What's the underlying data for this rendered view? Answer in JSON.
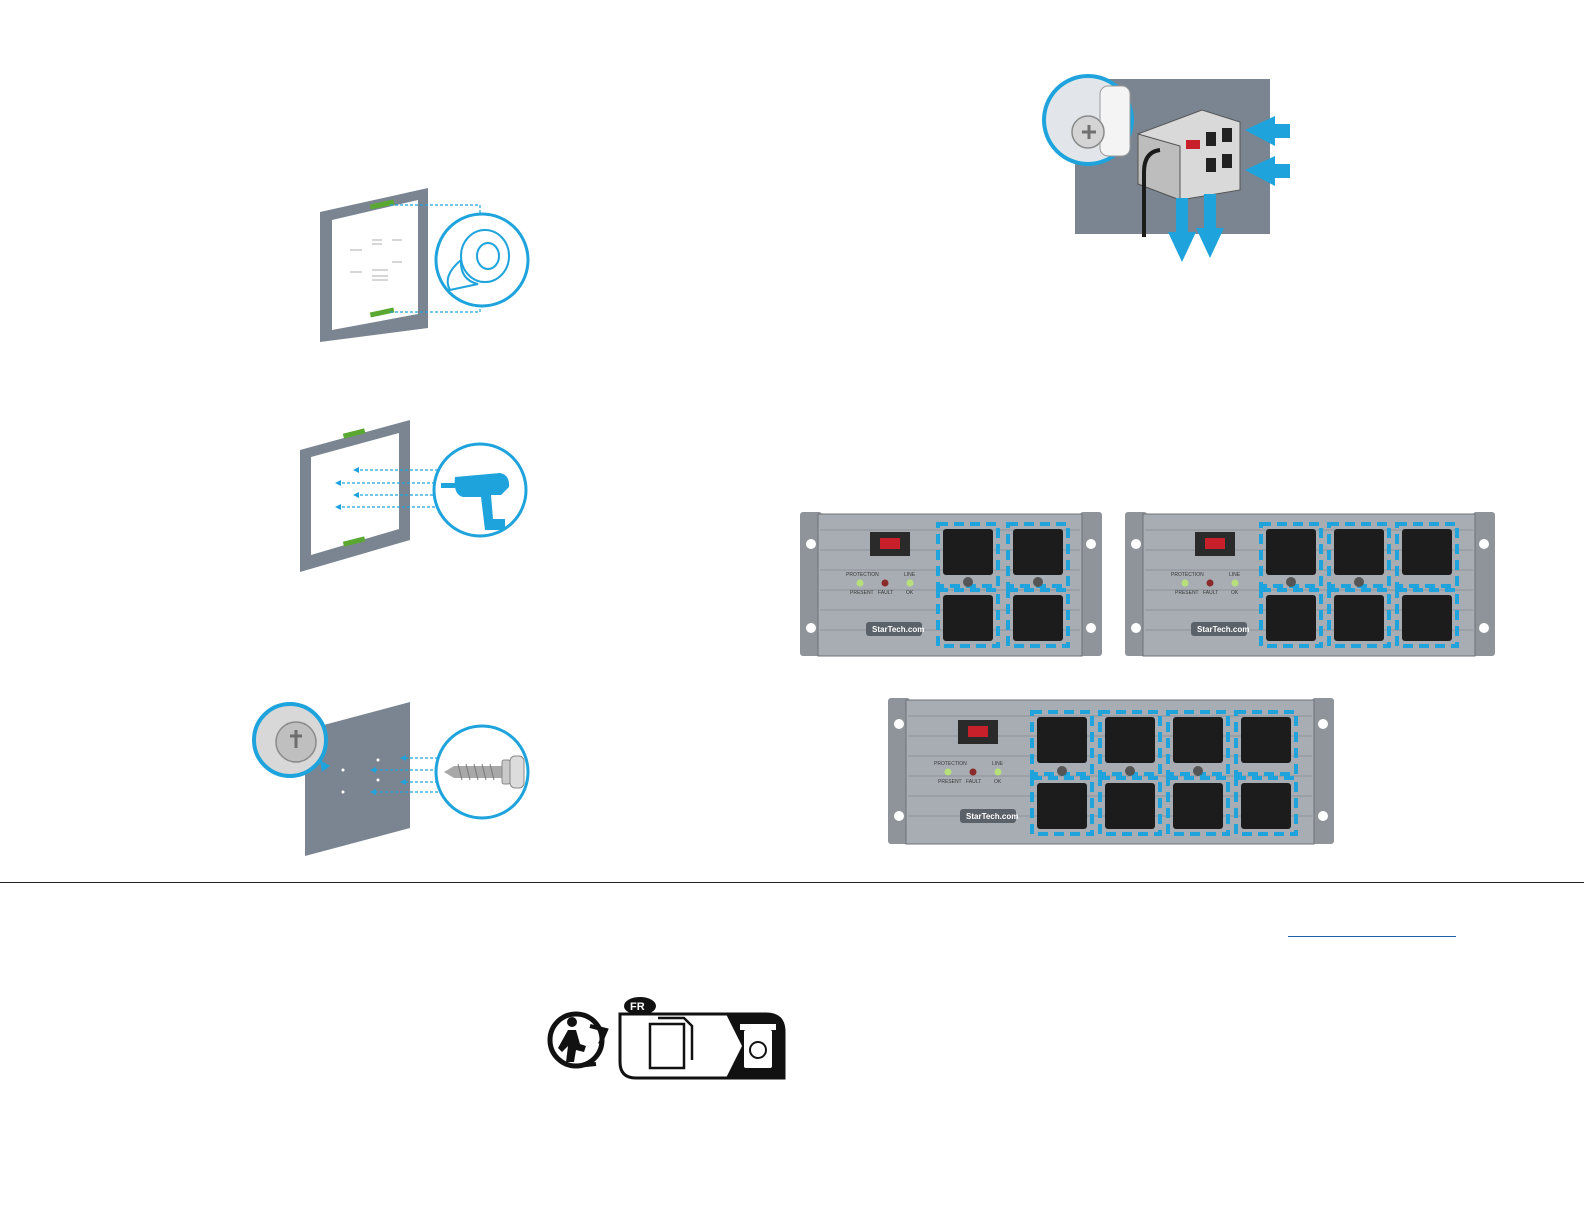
{
  "colors": {
    "accent_blue": "#1ea3dc",
    "panel_grey": "#7a8591",
    "chassis_grey": "#9aa0a6",
    "outlet_black": "#1c1c1c",
    "led_green": "#b7e07a",
    "led_red": "#8a2a2a",
    "switch_red": "#c8202a"
  },
  "icons": {
    "tape": "tape-roll-icon",
    "drill": "drill-icon",
    "screw": "screw-icon",
    "triman": "triman-recycling-icon",
    "info_tri": "info-tri-fr-icon"
  },
  "unit_labels": {
    "protection": "PROTECTION",
    "present": "PRESENT",
    "fault": "FAULT",
    "line": "LINE",
    "ok": "OK",
    "brand": "StarTech.com"
  },
  "footer": {
    "fr_badge": "FR"
  }
}
